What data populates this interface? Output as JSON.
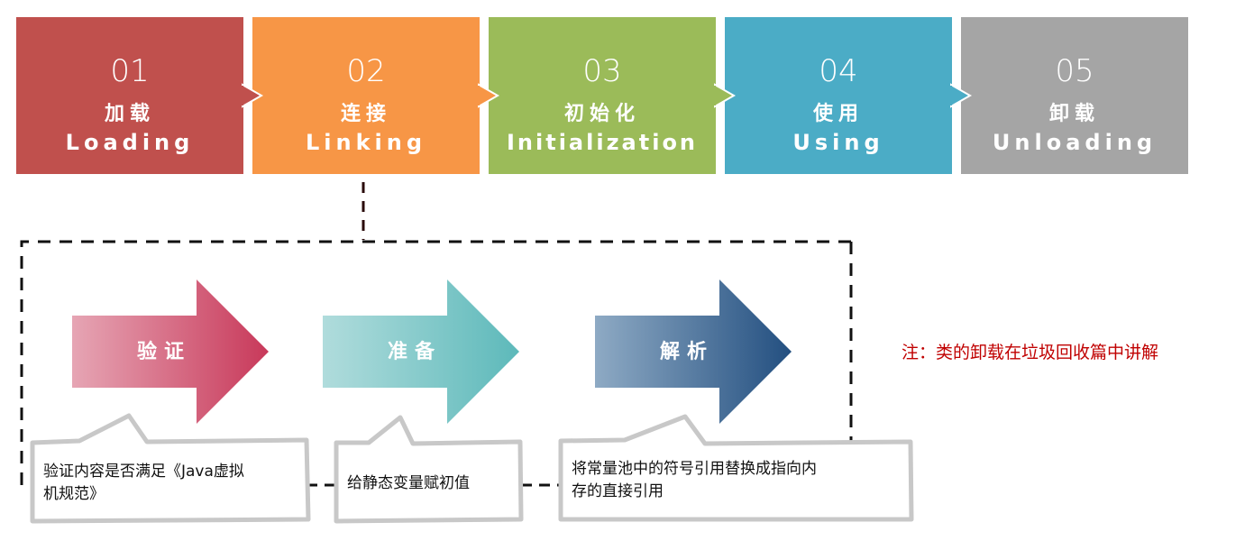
{
  "stages": [
    {
      "number": "01",
      "cn": "加载",
      "en": "Loading",
      "color": "#c0504d"
    },
    {
      "number": "02",
      "cn": "连接",
      "en": "Linking",
      "color": "#f79646"
    },
    {
      "number": "03",
      "cn": "初始化",
      "en": "Initialization",
      "color": "#9bbb59"
    },
    {
      "number": "04",
      "cn": "使用",
      "en": "Using",
      "color": "#4bacc6"
    },
    {
      "number": "05",
      "cn": "卸载",
      "en": "Unloading",
      "color": "#a5a5a5"
    }
  ],
  "linking_steps": [
    {
      "label": "验证",
      "note": "验证内容是否满足《Java虚拟机规范》",
      "note_lines": [
        "验证内容是否满足《Java虚拟",
        "机规范》"
      ],
      "color_from": "#e6a5b4",
      "color_to": "#c8395a"
    },
    {
      "label": "准备",
      "note": "给静态变量赋初值",
      "note_lines": [
        "给静态变量赋初值"
      ],
      "color_from": "#b0dcdc",
      "color_to": "#5db9ba"
    },
    {
      "label": "解析",
      "note": "将常量池中的符号引用替换成指向内存的直接引用",
      "note_lines": [
        "将常量池中的符号引用替换成指向内",
        "存的直接引用"
      ],
      "color_from": "#8eaac4",
      "color_to": "#234f80"
    }
  ],
  "footnote": {
    "text": "注：类的卸载在垃圾回收篇中讲解",
    "color": "#c00000"
  }
}
